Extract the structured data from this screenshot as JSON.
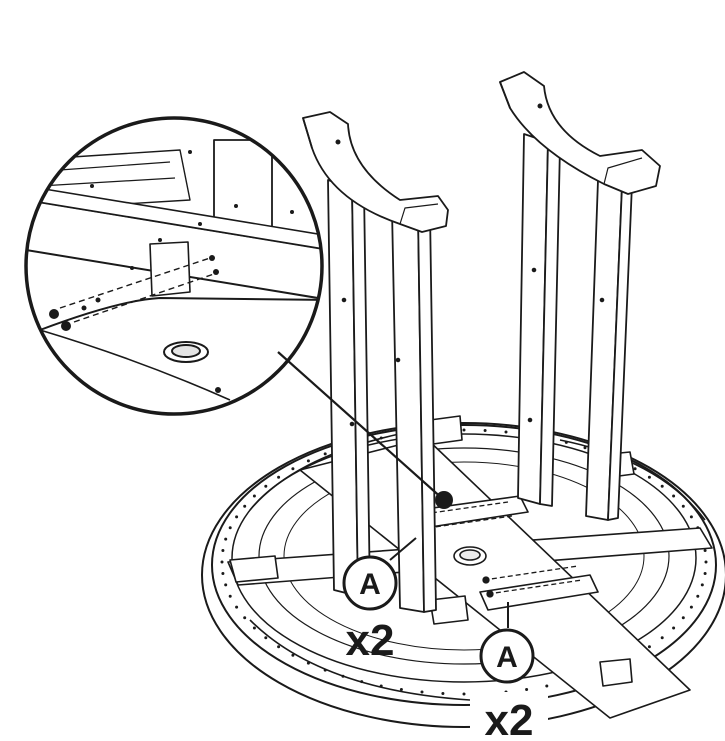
{
  "diagram": {
    "callouts": [
      {
        "id": "left",
        "letter": "A",
        "quantity": "x2"
      },
      {
        "id": "right",
        "letter": "A",
        "quantity": "x2"
      }
    ]
  },
  "colors": {
    "line": "#1a1a1a",
    "fill": "#ffffff",
    "shade": "#f1f1f1"
  }
}
